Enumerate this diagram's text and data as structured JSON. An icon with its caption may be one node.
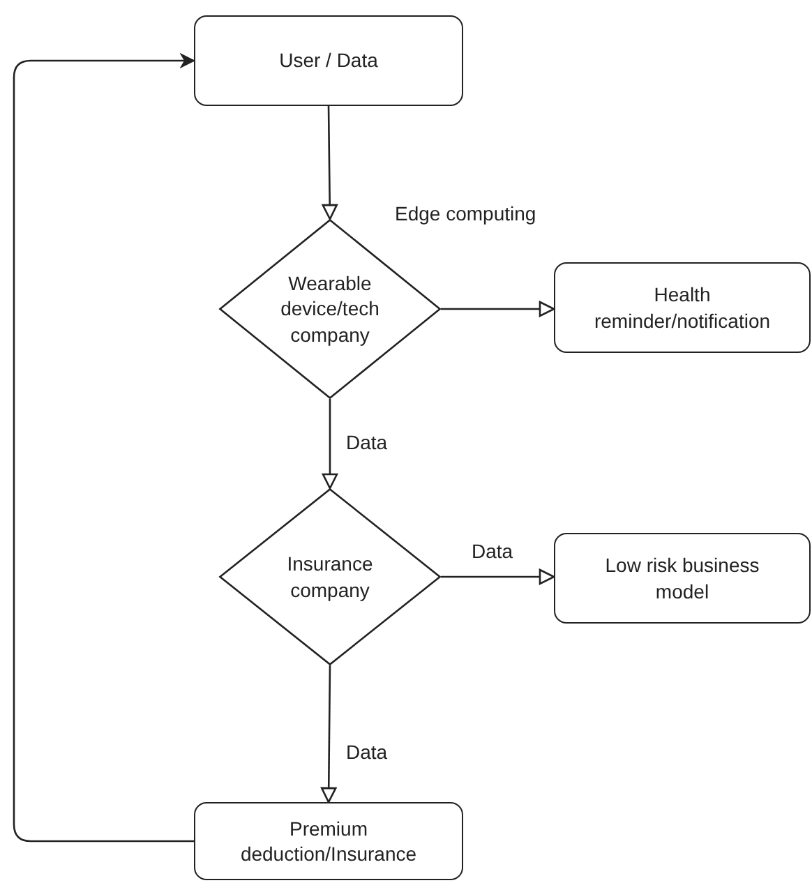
{
  "diagram": {
    "nodes": [
      {
        "text": [
          "User / Data"
        ]
      },
      {
        "text": [
          "Wearable device/tech company"
        ]
      },
      {
        "text": [
          "Health reminder/notification"
        ]
      },
      {
        "text": [
          "Insurance company"
        ]
      },
      {
        "text": [
          "Low risk business model"
        ]
      },
      {
        "text": [
          "Premium deduction/Insurance"
        ]
      }
    ],
    "edges": [
      {
        "from": 0,
        "to": 1,
        "arrow": "to",
        "label": "Edge computing"
      },
      {
        "from": 1,
        "to": 2,
        "arrow": "to"
      },
      {
        "from": 1,
        "to": 3,
        "arrow": "to",
        "label": "Data"
      },
      {
        "from": 3,
        "to": 4,
        "arrow": "to",
        "label": "Data"
      },
      {
        "from": 3,
        "to": 5,
        "arrow": "to",
        "label": "Data"
      },
      {
        "from": 5,
        "to": 0,
        "arrow": "to"
      }
    ]
  }
}
